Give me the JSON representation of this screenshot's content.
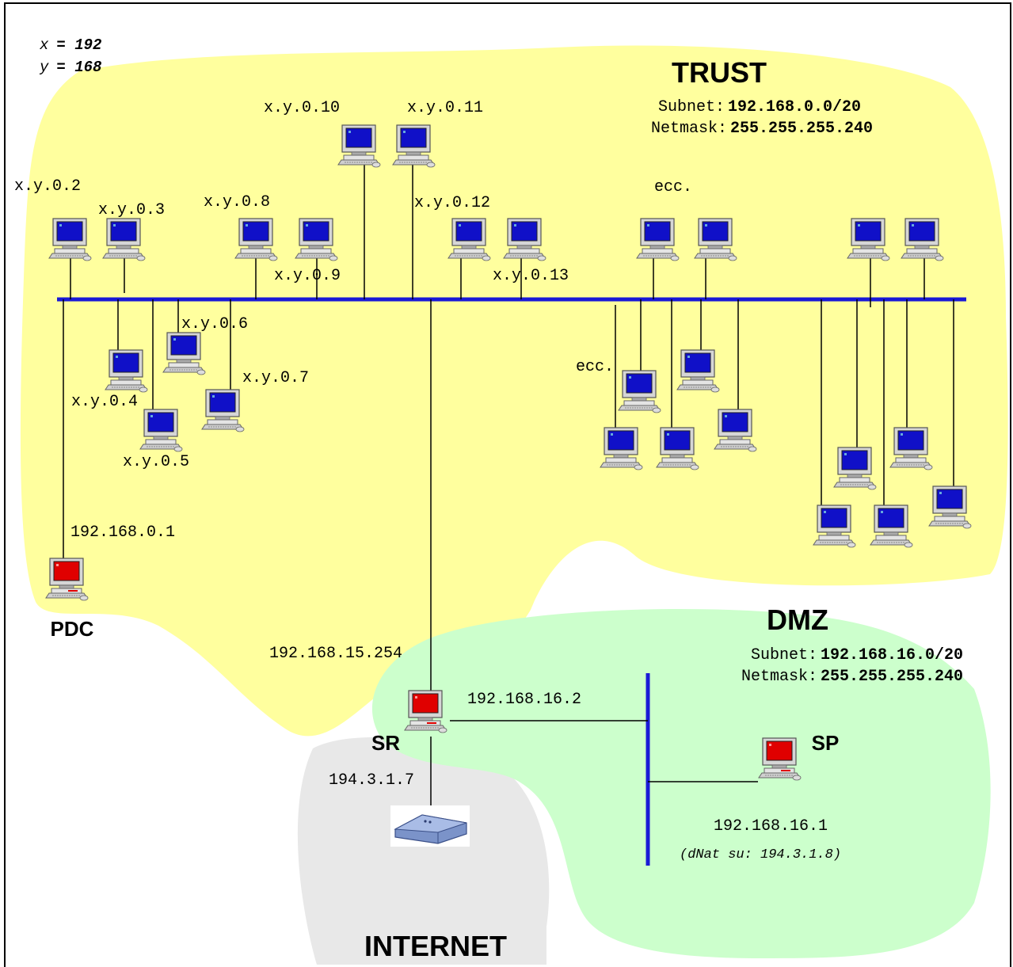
{
  "vars": {
    "x_label": "x",
    "x_value": "= 192",
    "y_label": "y",
    "y_value": "= 168"
  },
  "zones": {
    "trust": {
      "title": "TRUST",
      "subnet_label": "Subnet:",
      "subnet_value": "192.168.0.0/20",
      "netmask_label": "Netmask:",
      "netmask_value": "255.255.255.240",
      "color": "#ffff9e"
    },
    "dmz": {
      "title": "DMZ",
      "subnet_label": "Subnet:",
      "subnet_value": "192.168.16.0/20",
      "netmask_label": "Netmask:",
      "netmask_value": "255.255.255.240",
      "color": "#ccffcc"
    },
    "internet": {
      "title": "INTERNET",
      "color": "#e8e8e8"
    }
  },
  "hosts": {
    "pdc": {
      "name": "PDC",
      "ip": "192.168.0.1"
    },
    "sr": {
      "name": "SR",
      "ip_trust": "192.168.15.254",
      "ip_dmz": "192.168.16.2",
      "ip_internet": "194.3.1.7"
    },
    "sp": {
      "name": "SP",
      "ip": "192.168.16.1",
      "dnat": "(dNat su: 194.3.1.8)"
    }
  },
  "clients": {
    "ip2": "x.y.0.2",
    "ip3": "x.y.0.3",
    "ip4": "x.y.0.4",
    "ip5": "x.y.0.5",
    "ip6": "x.y.0.6",
    "ip7": "x.y.0.7",
    "ip8": "x.y.0.8",
    "ip9": "x.y.0.9",
    "ip10": "x.y.0.10",
    "ip11": "x.y.0.11",
    "ip12": "x.y.0.12",
    "ip13": "x.y.0.13",
    "ecc_top": "ecc.",
    "ecc_bottom": "ecc."
  },
  "colors": {
    "bus": "#1a1ad6",
    "client_screen": "#1010c8",
    "server_screen": "#e00000"
  },
  "icons": {
    "client": "workstation-icon",
    "server": "server-icon",
    "router": "router-icon"
  }
}
